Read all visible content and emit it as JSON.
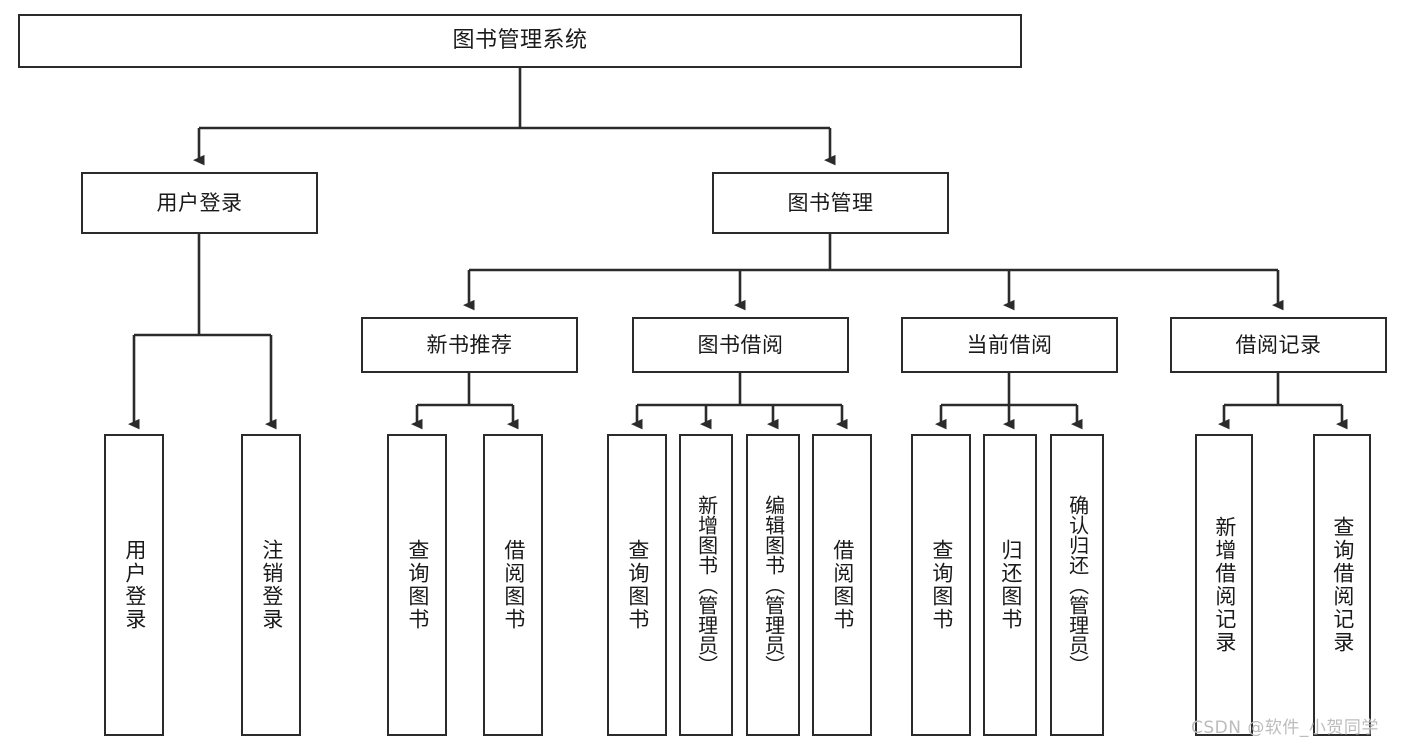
{
  "diagram": {
    "type": "tree-hierarchy-chart",
    "title_text": "图书管理系统",
    "root": {
      "id": "root",
      "label": "图书管理系统",
      "orientation": "horizontal"
    },
    "level1": [
      {
        "id": "user-login",
        "label": "用户登录",
        "orientation": "horizontal"
      },
      {
        "id": "book-management",
        "label": "图书管理",
        "orientation": "horizontal"
      }
    ],
    "level2": [
      {
        "id": "new-book-recommend",
        "label": "新书推荐",
        "orientation": "horizontal",
        "parent": "book-management"
      },
      {
        "id": "book-borrow",
        "label": "图书借阅",
        "orientation": "horizontal",
        "parent": "book-management"
      },
      {
        "id": "current-borrow",
        "label": "当前借阅",
        "orientation": "horizontal",
        "parent": "book-management"
      },
      {
        "id": "borrow-record",
        "label": "借阅记录",
        "orientation": "horizontal",
        "parent": "book-management"
      }
    ],
    "leaves": [
      {
        "id": "leaf-user-login",
        "label": "用户登录",
        "parent": "user-login",
        "orientation": "vertical"
      },
      {
        "id": "leaf-user-logout",
        "label": "注销登录",
        "parent": "user-login",
        "orientation": "vertical"
      },
      {
        "id": "leaf-query-book-1",
        "label": "查询图书",
        "parent": "new-book-recommend",
        "orientation": "vertical"
      },
      {
        "id": "leaf-borrow-book-1",
        "label": "借阅图书",
        "parent": "new-book-recommend",
        "orientation": "vertical"
      },
      {
        "id": "leaf-query-book-2",
        "label": "查询图书",
        "parent": "book-borrow",
        "orientation": "vertical"
      },
      {
        "id": "leaf-add-book",
        "label": "新增图书（管理员）",
        "parent": "book-borrow",
        "orientation": "vertical"
      },
      {
        "id": "leaf-edit-book",
        "label": "编辑图书（管理员）",
        "parent": "book-borrow",
        "orientation": "vertical"
      },
      {
        "id": "leaf-borrow-book-2",
        "label": "借阅图书",
        "parent": "book-borrow",
        "orientation": "vertical"
      },
      {
        "id": "leaf-query-book-3",
        "label": "查询图书",
        "parent": "current-borrow",
        "orientation": "vertical"
      },
      {
        "id": "leaf-return-book",
        "label": "归还图书",
        "parent": "current-borrow",
        "orientation": "vertical"
      },
      {
        "id": "leaf-confirm-return",
        "label": "确认归还（管理员）",
        "parent": "current-borrow",
        "orientation": "vertical"
      },
      {
        "id": "leaf-add-record",
        "label": "新增借阅记录",
        "parent": "borrow-record",
        "orientation": "vertical"
      },
      {
        "id": "leaf-query-record",
        "label": "查询借阅记录",
        "parent": "borrow-record",
        "orientation": "vertical"
      }
    ],
    "colors": {
      "stroke": "#2b2b2b",
      "background": "#ffffff",
      "text": "#1a1a1a",
      "watermark": "#bcbcbc"
    }
  },
  "watermark": {
    "text": "CSDN @软件_小贺同学"
  }
}
